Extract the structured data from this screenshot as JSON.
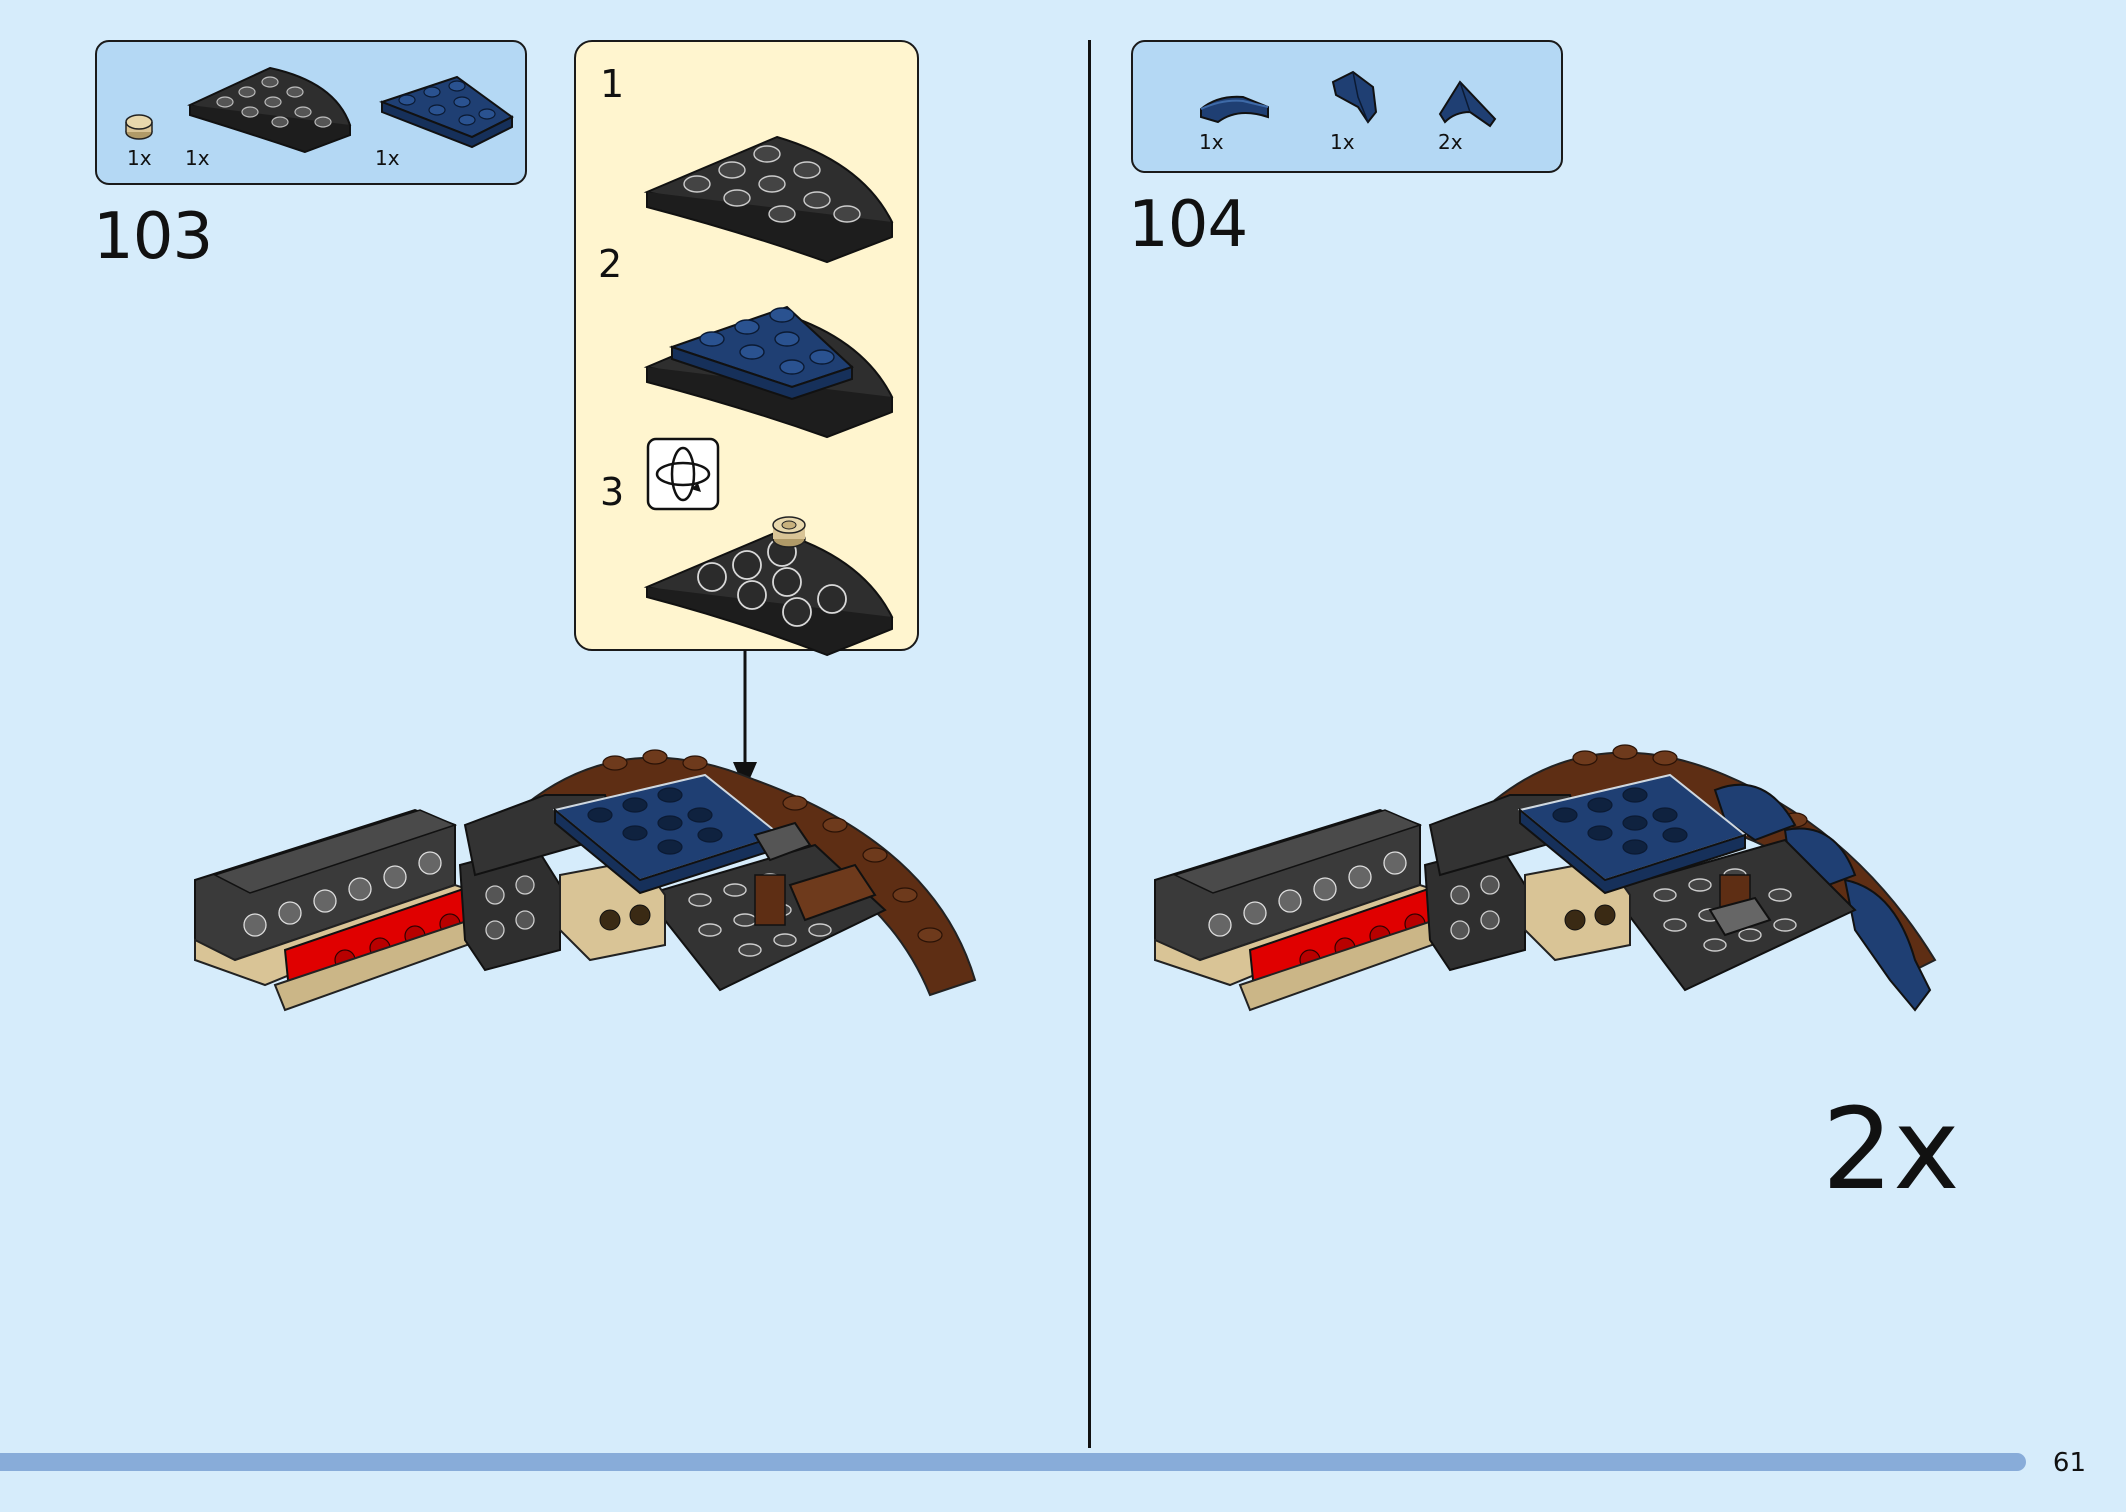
{
  "step_103": {
    "number": "103",
    "parts": [
      {
        "qty": "1x",
        "part": "tan-round-plate"
      },
      {
        "qty": "1x",
        "part": "black-quarter-round-plate"
      },
      {
        "qty": "1x",
        "part": "blue-wedge-plate"
      }
    ],
    "substeps": [
      {
        "number": "1"
      },
      {
        "number": "2"
      },
      {
        "number": "3",
        "icon": "rotate-model-icon"
      }
    ]
  },
  "step_104": {
    "number": "104",
    "parts": [
      {
        "qty": "1x",
        "part": "blue-curved-slope"
      },
      {
        "qty": "1x",
        "part": "blue-claw-piece"
      },
      {
        "qty": "2x",
        "part": "blue-wing-slope"
      }
    ],
    "multiplier": "2x"
  },
  "footer": {
    "page_number": "61"
  },
  "colors": {
    "background": "#d6ecfb",
    "parts_box": "#b4d8f4",
    "substep_box": "#fff5cf",
    "progress_bar": "#88acd9",
    "brick_black": "#333333",
    "brick_blue": "#1f3f73",
    "brick_brown": "#5e2e14",
    "brick_red": "#e00000",
    "brick_tan": "#d9c496"
  }
}
